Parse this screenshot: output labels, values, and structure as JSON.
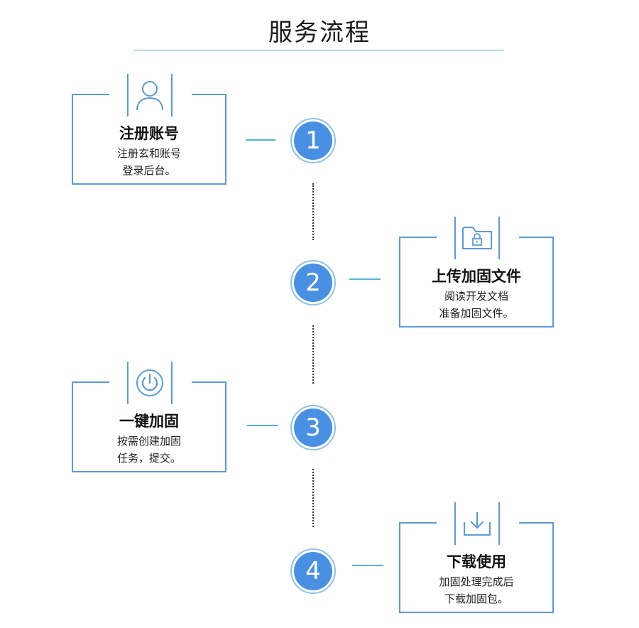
{
  "title": "服务流程",
  "steps": [
    {
      "number": "1",
      "title": "注册账号",
      "desc": [
        "注册玄和账号",
        "登录后台。"
      ],
      "icon": "user-icon"
    },
    {
      "number": "2",
      "title": "上传加固文件",
      "desc": [
        "阅读开发文档",
        "准备加固文件。"
      ],
      "icon": "locked-folder-icon"
    },
    {
      "number": "3",
      "title": "一键加固",
      "desc": [
        "按需创建加固",
        "任务，提交。"
      ],
      "icon": "power-icon"
    },
    {
      "number": "4",
      "title": "下载使用",
      "desc": [
        "加固处理完成后",
        "下载加固包。"
      ],
      "icon": "download-icon"
    }
  ],
  "colors": {
    "accent": "#4a90e2",
    "border": "#5b9ad8",
    "line": "#4fb4df"
  }
}
